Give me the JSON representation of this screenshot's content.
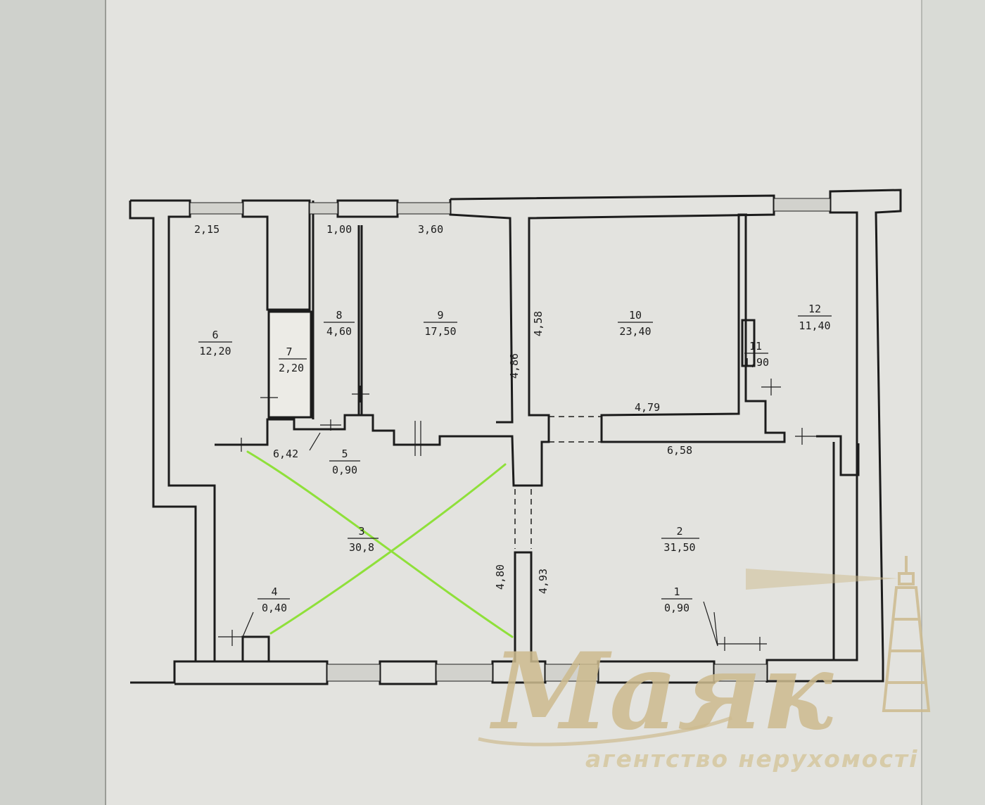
{
  "title": "",
  "rooms": [
    {
      "number": "1",
      "area": "0,90"
    },
    {
      "number": "2",
      "area": "31,50"
    },
    {
      "number": "3",
      "area": "30,8"
    },
    {
      "number": "4",
      "area": "0,40"
    },
    {
      "number": "5",
      "area": "0,90"
    },
    {
      "number": "6",
      "area": "12,20"
    },
    {
      "number": "7",
      "area": "2,20"
    },
    {
      "number": "8",
      "area": "4,60"
    },
    {
      "number": "9",
      "area": "17,50"
    },
    {
      "number": "10",
      "area": "23,40"
    },
    {
      "number": "11",
      "area": "1,90"
    },
    {
      "number": "12",
      "area": "11,40"
    }
  ],
  "dimensions": [
    "2,15",
    "1,00",
    "3,60",
    "4,86",
    "4,58",
    "4,79",
    "6,42",
    "6,58",
    "4,80",
    "4,93"
  ],
  "watermark": {
    "logo_text": "Маяк",
    "tagline": "агентство нерухомості",
    "color": "#cdbb8e"
  },
  "annotation_color": "#8fe03a",
  "background_color": "#1f6b4e",
  "paper_color": "#e3e3df"
}
